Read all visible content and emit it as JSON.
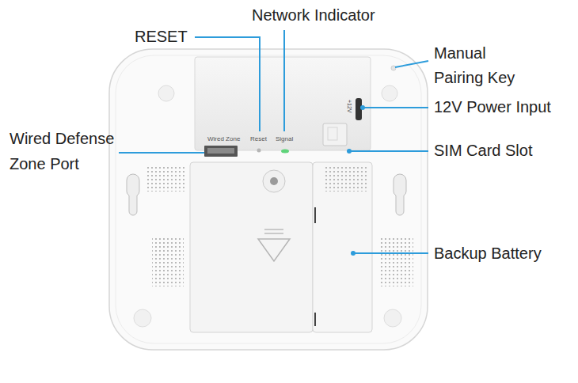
{
  "diagram": {
    "labels": [
      "Network Indicator",
      "RESET",
      "Manual Pairing Key",
      "12V Power Input",
      "Wired Defense Zone Port",
      "SIM Card Slot",
      "Backup Battery",
      "Wired Zone",
      "Reset",
      "Signal",
      "+12V"
    ]
  }
}
